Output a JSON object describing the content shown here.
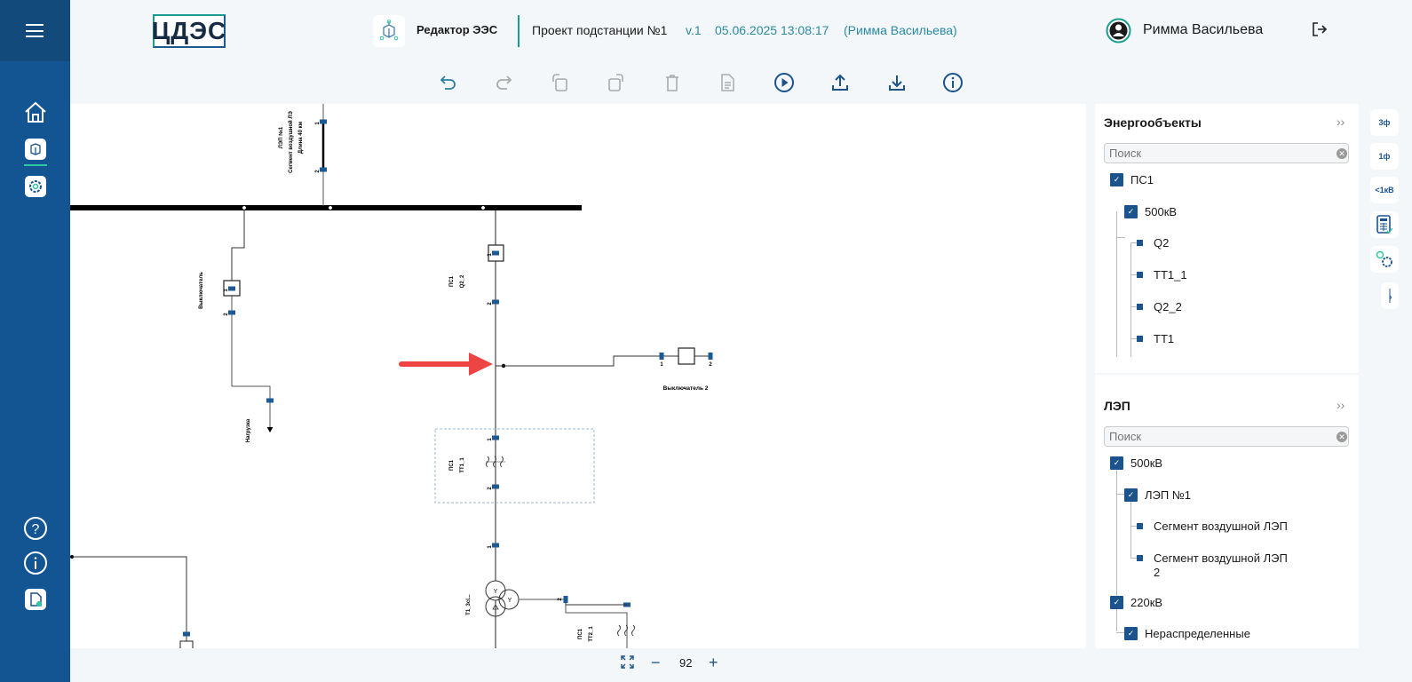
{
  "header": {
    "logo_text": "ЦДЭС",
    "app_name": "Редактор ЭЭС",
    "project": "Проект подстанции №1",
    "version": "v.1",
    "datetime": "05.06.2025 13:08:17",
    "author": "(Римма Васильева)",
    "user_name": "Римма Васильева"
  },
  "toolbar": [
    "undo",
    "redo",
    "rotate-left",
    "rotate-right",
    "delete",
    "document",
    "run",
    "upload",
    "download",
    "info"
  ],
  "schematic": {
    "line_label_1": "ЛЭП №1",
    "line_label_2": "Сегмент воздушной ЛЭ",
    "line_label_3": "Длина 40 км",
    "breaker_left": "Выключатель",
    "load": "Нагрузка",
    "q22_station": "ПС1",
    "q22_name": "Q2_2",
    "breaker2": "Выключатель 2",
    "tt11_station": "ПС1",
    "tt11_name": "ТТ1_1",
    "transformer": "T1_3cl...",
    "tt21_station": "ПС1",
    "tt21_name": "ТТ2_1",
    "port1": "1",
    "port2": "2"
  },
  "panel_energy": {
    "title": "Энергообъекты",
    "collapse": "››",
    "search_placeholder": "Поиск",
    "root": "ПС1",
    "level": "500кВ",
    "items": [
      "Q2",
      "ТТ1_1",
      "Q2_2",
      "ТТ1"
    ]
  },
  "panel_lines": {
    "title": "ЛЭП",
    "collapse": "››",
    "search_placeholder": "Поиск",
    "level": "500кВ",
    "line": "ЛЭП №1",
    "segments": [
      "Сегмент воздушной ЛЭП",
      "Сегмент воздушной ЛЭП 2"
    ],
    "level2": "220кВ",
    "unassigned": "Нераспределенные"
  },
  "right_tools": {
    "three_phase": "3ф",
    "one_phase": "1ф",
    "low_voltage": "<1кВ"
  },
  "zoom": {
    "value": "92",
    "minus": "−",
    "plus": "+"
  },
  "colors": {
    "sidebar": "#135592",
    "accent": "#1b548d",
    "teal": "#2a8aa0"
  }
}
